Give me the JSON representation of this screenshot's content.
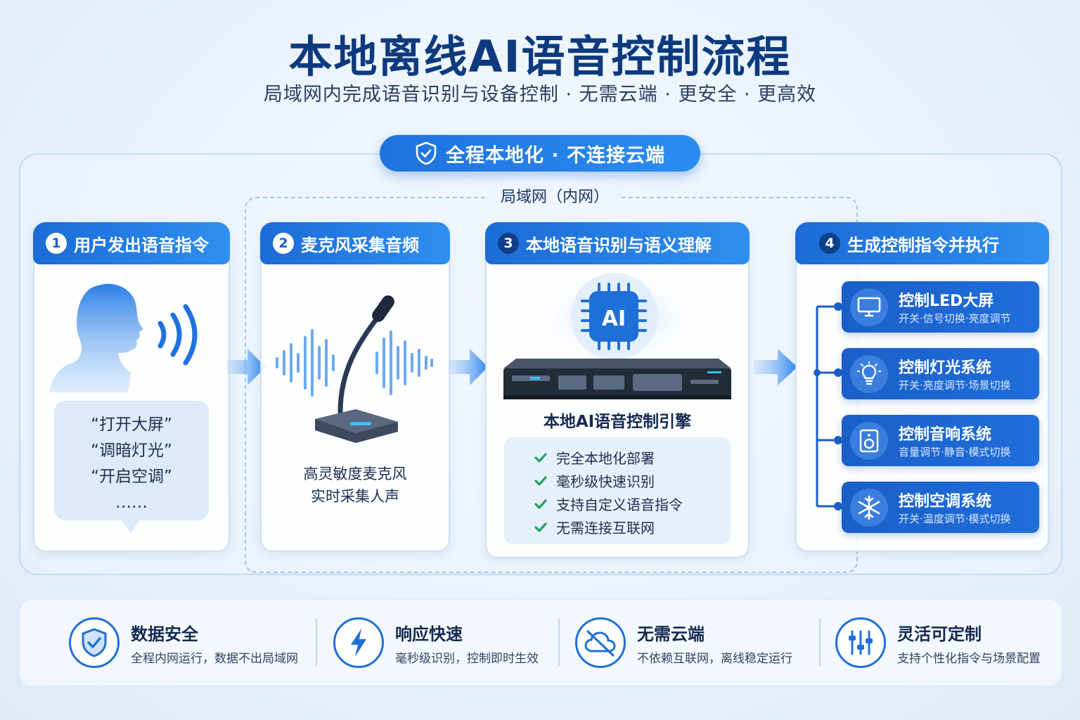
{
  "title": "本地离线AI语音控制流程",
  "subtitle": "局域网内完成语音识别与设备控制 · 无需云端 · 更安全 · 更高效",
  "badge": {
    "label": "全程本地化 · 不连接云端",
    "icon": "shield-icon"
  },
  "lan_label": "局域网（内网）",
  "steps": [
    {
      "num": "1",
      "title": "用户发出语音指令",
      "commands": [
        "“打开大屏”",
        "“调暗灯光”",
        "“开启空调”",
        "……"
      ]
    },
    {
      "num": "2",
      "title": "麦克风采集音频",
      "caption_1": "高灵敏度麦克风",
      "caption_2": "实时采集人声"
    },
    {
      "num": "3",
      "title": "本地语音识别与语义理解",
      "chip_label": "AI",
      "engine": "本地AI语音控制引擎",
      "features": [
        "完全本地化部署",
        "毫秒级快速识别",
        "支持自定义语音指令",
        "无需连接互联网"
      ]
    },
    {
      "num": "4",
      "title": "生成控制指令并执行"
    }
  ],
  "controls": [
    {
      "title": "控制LED大屏",
      "desc": "开关·信号切换·亮度调节",
      "icon": "monitor-icon"
    },
    {
      "title": "控制灯光系统",
      "desc": "开关·亮度调节·场景切换",
      "icon": "lightbulb-icon"
    },
    {
      "title": "控制音响系统",
      "desc": "音量调节·静音·模式切换",
      "icon": "speaker-icon"
    },
    {
      "title": "控制空调系统",
      "desc": "开关·温度调节·模式切换",
      "icon": "snowflake-icon"
    }
  ],
  "benefits": [
    {
      "title": "数据安全",
      "desc": "全程内网运行，数据不出局域网",
      "icon": "shield-check-icon"
    },
    {
      "title": "响应快速",
      "desc": "毫秒级识别，控制即时生效",
      "icon": "lightning-icon"
    },
    {
      "title": "无需云端",
      "desc": "不依赖互联网，离线稳定运行",
      "icon": "no-cloud-icon"
    },
    {
      "title": "灵活可定制",
      "desc": "支持个性化指令与场景配置",
      "icon": "sliders-icon"
    }
  ],
  "colors": {
    "primary": "#1c6bd6",
    "title": "#0d3a7e",
    "check": "#22a35a"
  }
}
